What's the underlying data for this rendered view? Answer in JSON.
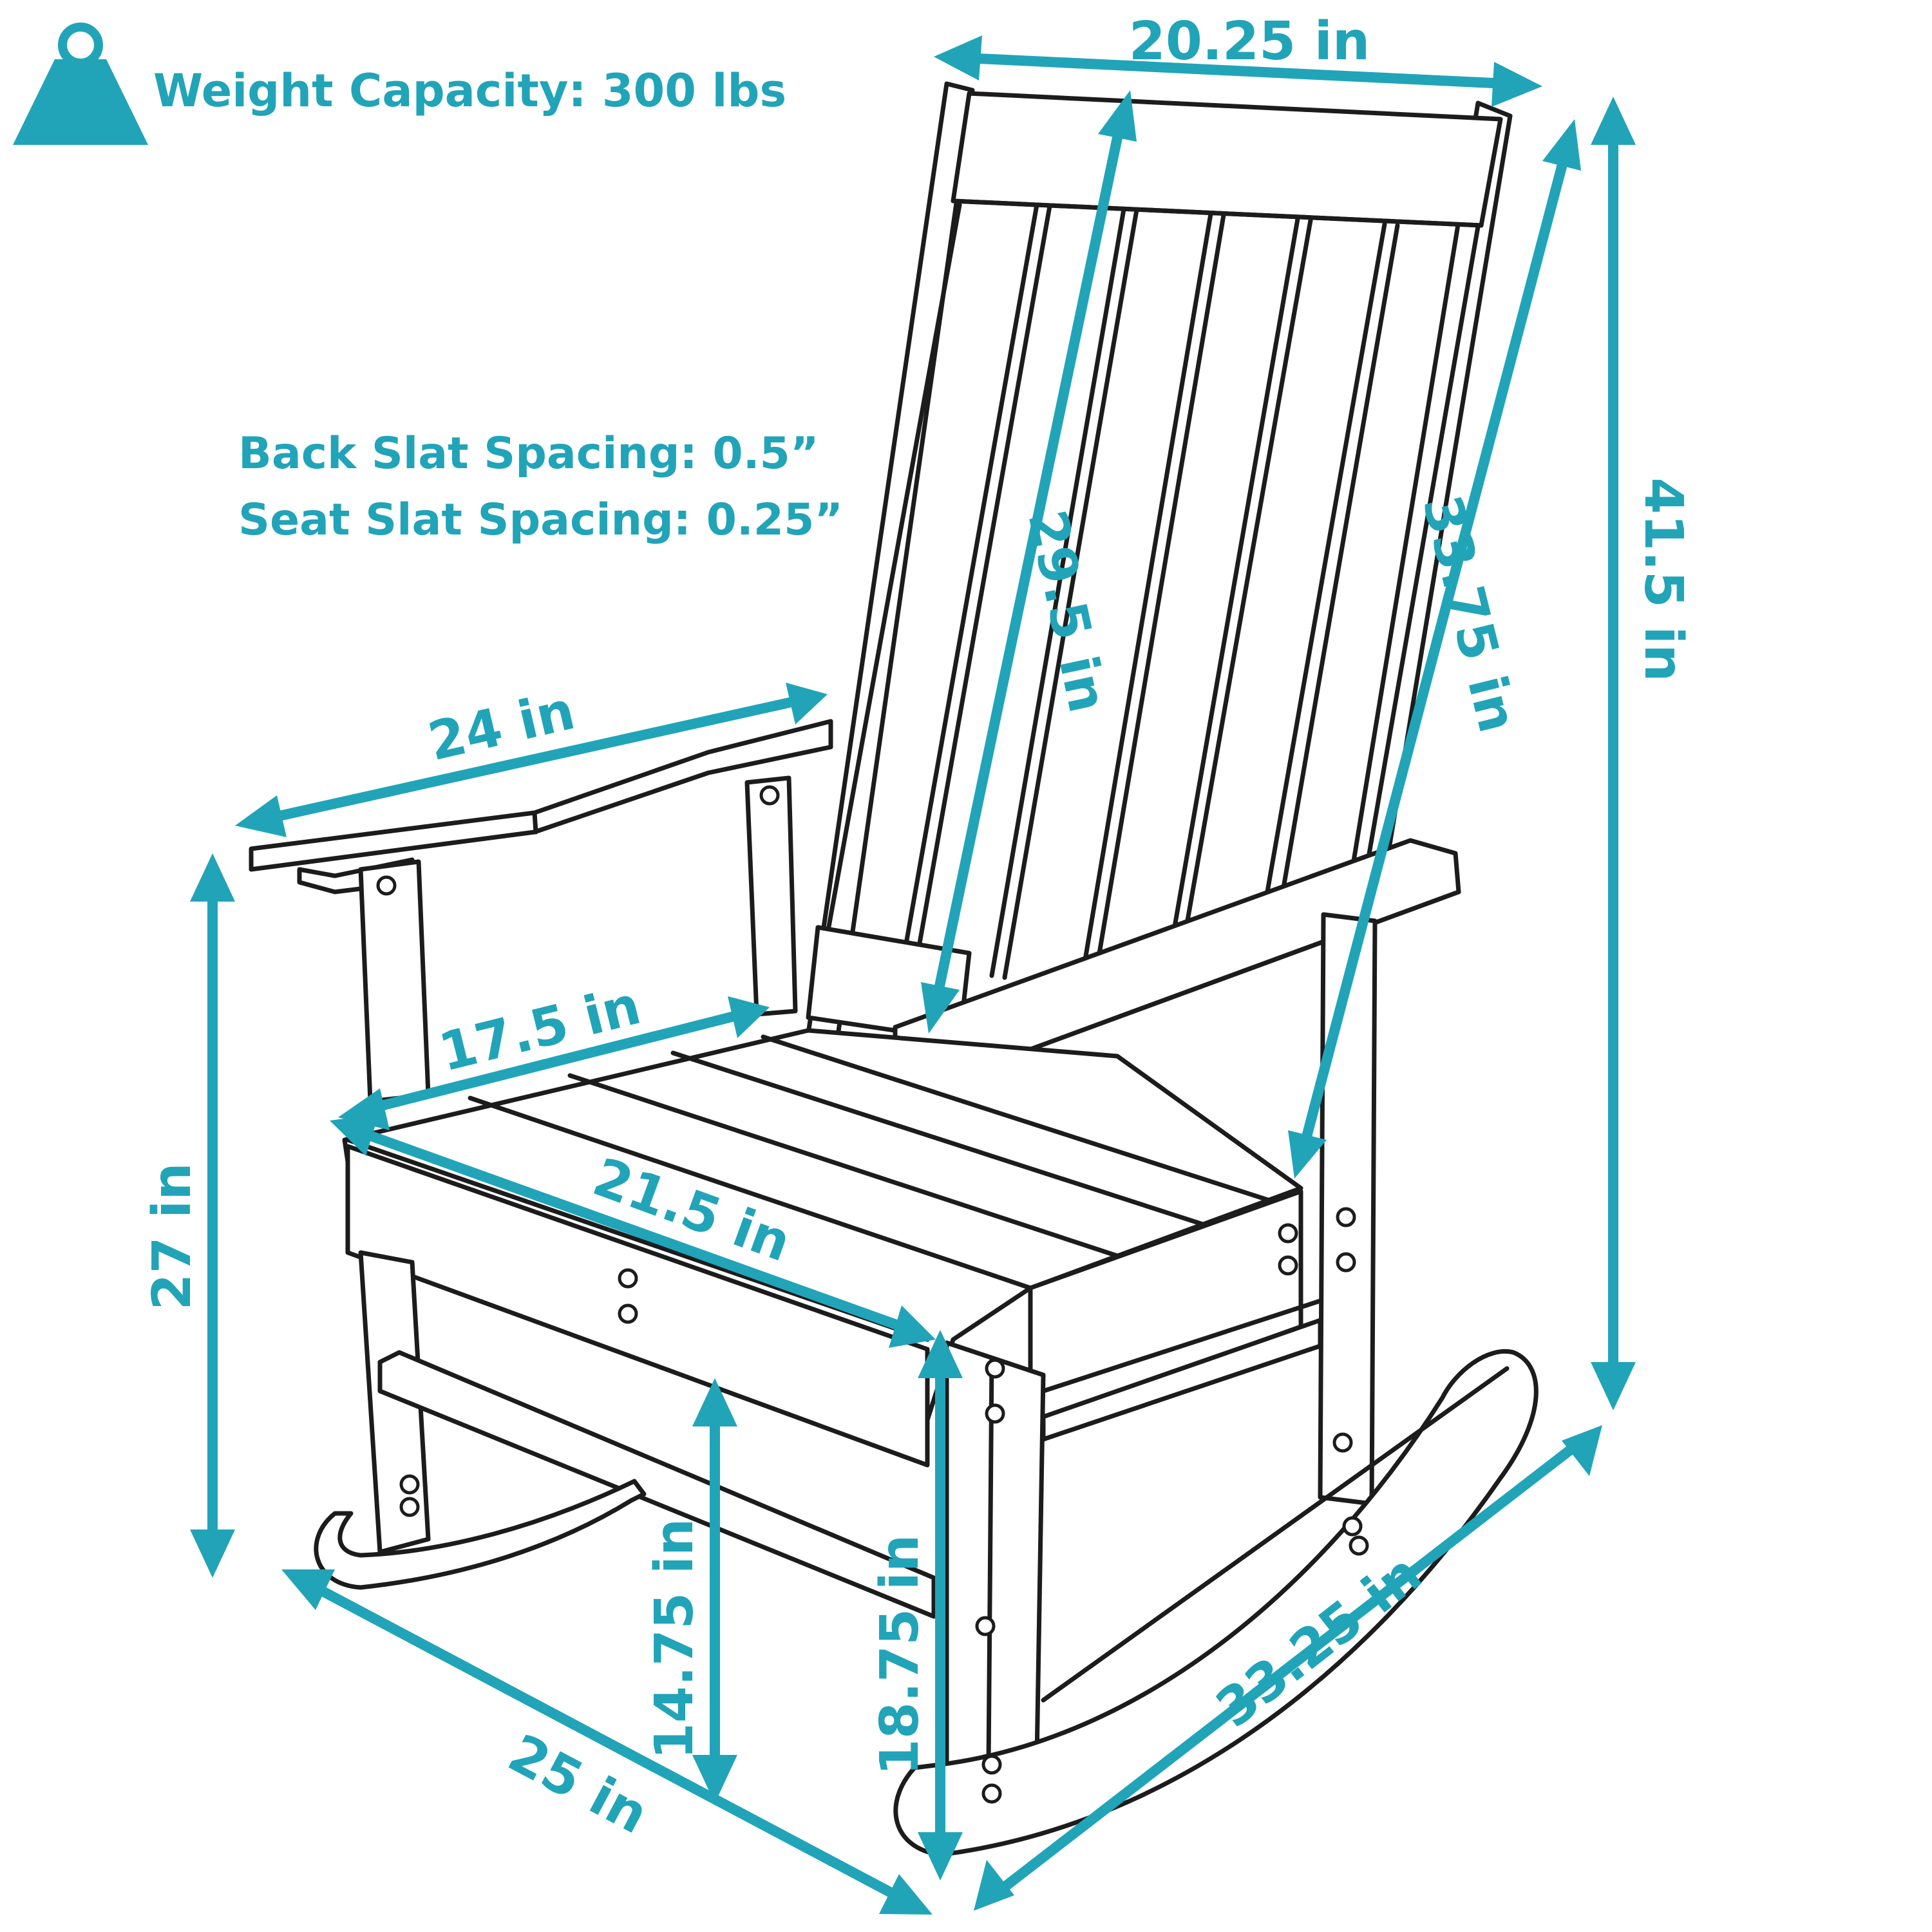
{
  "colors": {
    "accent": "#21a4b8",
    "line": "#1c1c1c"
  },
  "icon": "weight-icon",
  "weight_capacity": "Weight Capacity: 300 lbs",
  "spacing": {
    "back": "Back Slat Spacing: 0.5”",
    "seat": "Seat Slat Spacing: 0.25”"
  },
  "dimensions": {
    "back_width": "20.25 in",
    "back_height": "29.5 in",
    "back_diagonal": "33.75 in",
    "total_height": "41.5 in",
    "arm_length": "24 in",
    "arm_height": "27 in",
    "seat_depth": "17.5 in",
    "seat_width": "21.5 in",
    "seat_front_height": "14.75 in",
    "seat_height": "18.75 in",
    "overall_width": "25 in",
    "overall_depth": "33.25 in"
  }
}
